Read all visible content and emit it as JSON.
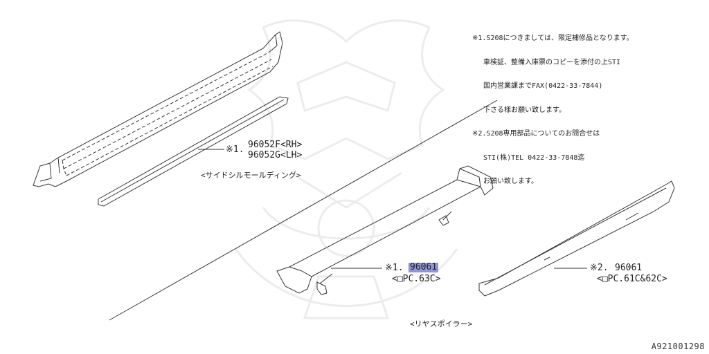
{
  "notes": {
    "note1_mark": "※1.",
    "note1_line1": "S208につきましては、限定補修品となります。",
    "note1_line2": "車検証、整備入庫票のコピーを添付の上STI",
    "note1_line3": "国内営業課までFAX(0422-33-7844)",
    "note1_line4": "下さる様お願い致します。",
    "note2_mark": "※2.",
    "note2_line1": "S208専用部品についてのお問合せは",
    "note2_line2": "STI(株)TEL 0422-33-7848迄",
    "note2_line3": "お願い致します。"
  },
  "side_sill": {
    "mark": "※1.",
    "part_rh": "96052F<RH>",
    "part_lh": "96052G<LH>",
    "caption": "<サイドシルモールディング>"
  },
  "rear_spoiler_1": {
    "mark": "※1.",
    "part": "96061",
    "variant": "<□PC.63C>"
  },
  "rear_spoiler_2": {
    "mark": "※2.",
    "part": "96061",
    "variant": "<□PC.61C&62C>"
  },
  "rear_spoiler_caption": "<リヤスポイラー>",
  "figure_ref": "A921001298",
  "colors": {
    "line": "#333333",
    "highlight": "#8f95d6",
    "watermark": "#ececec"
  }
}
